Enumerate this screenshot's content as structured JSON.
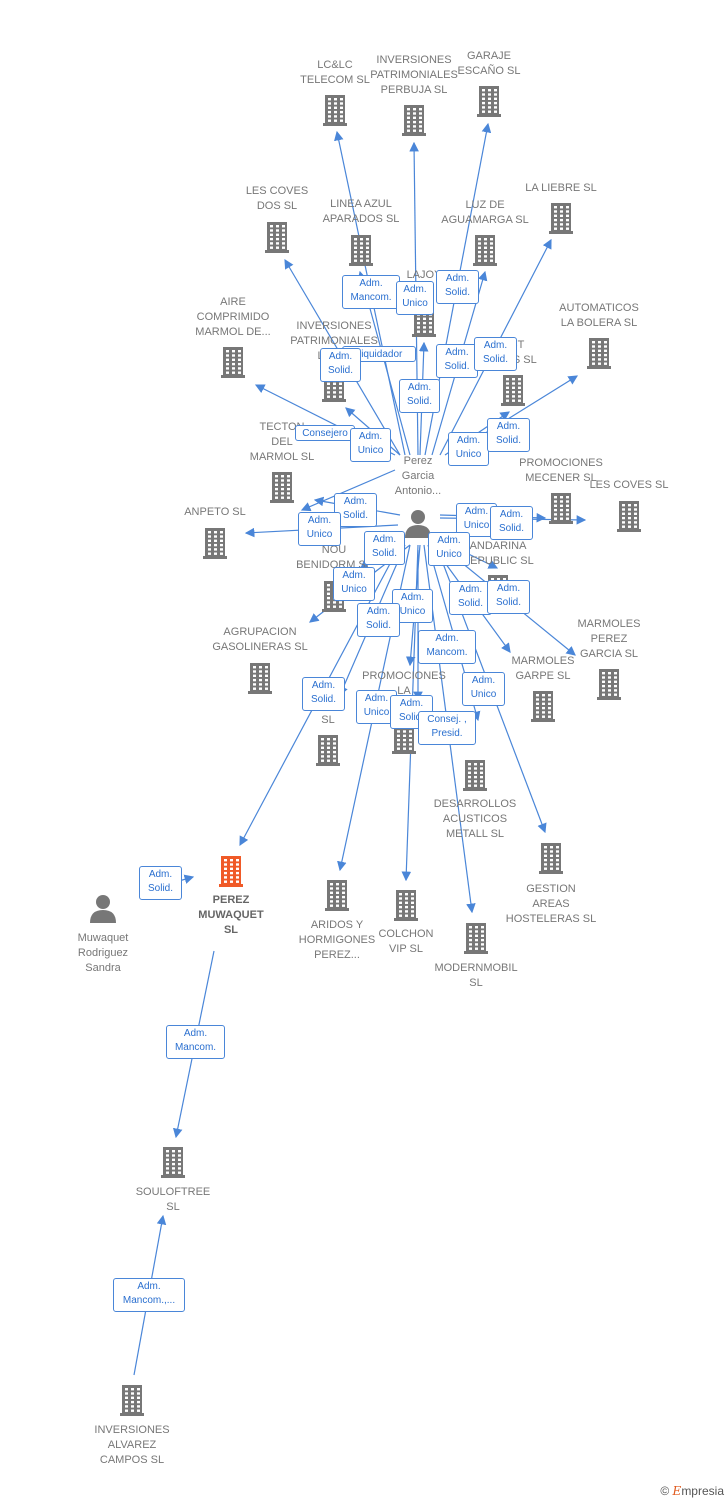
{
  "colors": {
    "company": "#777777",
    "focus": "#f05a28",
    "edge": "#4a86d8",
    "person": "#777777"
  },
  "center": "Perez\nGarcia\nAntonio...",
  "nodes": [
    {
      "id": "lclc",
      "label": "LC&LC\nTELECOM SL",
      "type": "company"
    },
    {
      "id": "invperbuja",
      "label": "INVERSIONES\nPATRIMONIALES\nPERBUJA SL",
      "type": "company"
    },
    {
      "id": "garaje",
      "label": "GARAJE\nESCAÑO SL",
      "type": "company"
    },
    {
      "id": "lescoves",
      "label": "LES COVES\nDOS SL",
      "type": "company"
    },
    {
      "id": "linea",
      "label": "LINEA AZUL\nAPARADOS SL",
      "type": "company"
    },
    {
      "id": "luz",
      "label": "LUZ DE\nAGUAMARGA SL",
      "type": "company"
    },
    {
      "id": "liebre",
      "label": "LA LIEBRE SL",
      "type": "company"
    },
    {
      "id": "lajoya",
      "label": "LAJOY",
      "type": "company"
    },
    {
      "id": "aire",
      "label": "AIRE\nCOMPRIMIDO\nMARMOL DE...",
      "type": "company"
    },
    {
      "id": "invlan",
      "label": "INVERSIONES\nPATRIMONIALES\nLA N...",
      "type": "company"
    },
    {
      "id": "compost",
      "label": "OST\nTIVAS SL",
      "type": "company"
    },
    {
      "id": "automaticos",
      "label": "AUTOMATICOS\nLA BOLERA SL",
      "type": "company"
    },
    {
      "id": "tecton",
      "label": "TECTON\nDEL\nMARMOL SL",
      "type": "company"
    },
    {
      "id": "mecener",
      "label": "PROMOCIONES\nMECENER SL",
      "type": "company"
    },
    {
      "id": "lescoves2",
      "label": "LES COVES SL",
      "type": "company"
    },
    {
      "id": "anpeto",
      "label": "ANPETO SL",
      "type": "company"
    },
    {
      "id": "nou",
      "label": "NOU\nBENIDORM SL",
      "type": "company"
    },
    {
      "id": "mandarina",
      "label": "ANDARINA\nREPUBLIC SL",
      "type": "company"
    },
    {
      "id": "agrupacion",
      "label": "AGRUPACION\nGASOLINERAS SL",
      "type": "company"
    },
    {
      "id": "marmolesperez",
      "label": "MARMOLES\nPEREZ\nGARCIA SL",
      "type": "company"
    },
    {
      "id": "garpe",
      "label": "MARMOLES\nGARPE SL",
      "type": "company"
    },
    {
      "id": "promola",
      "label": "PROMOCIONES\nLA\nSL",
      "type": "company"
    },
    {
      "id": "ras",
      "label": "RA     AS\nSL",
      "type": "company"
    },
    {
      "id": "desarrollos",
      "label": "DESARROLLOS\nACUSTICOS\nMETALL SL",
      "type": "company"
    },
    {
      "id": "gestion",
      "label": "GESTION\nAREAS\nHOSTELERAS SL",
      "type": "company"
    },
    {
      "id": "perezmuw",
      "label": "PEREZ\nMUWAQUET\nSL",
      "type": "focus"
    },
    {
      "id": "muwaquet",
      "label": "Muwaquet\nRodriguez\nSandra",
      "type": "person"
    },
    {
      "id": "aridos",
      "label": "ARIDOS Y\nHORMIGONES\nPEREZ...",
      "type": "company"
    },
    {
      "id": "colchon",
      "label": "COLCHON\nVIP SL",
      "type": "company"
    },
    {
      "id": "modern",
      "label": "MODERNMOBIL\nSL",
      "type": "company"
    },
    {
      "id": "souloftree",
      "label": "SOULOFTREE\nSL",
      "type": "company"
    },
    {
      "id": "invalvarez",
      "label": "INVERSIONES\nALVAREZ\nCAMPOS SL",
      "type": "company"
    }
  ],
  "roles": [
    {
      "text": "Adm.\nMancom."
    },
    {
      "text": "Adm.\nUnico"
    },
    {
      "text": "Adm.\nSolid."
    },
    {
      "text": "Adm.\nSolid."
    },
    {
      "text": "Liquidador"
    },
    {
      "text": "Adm.\nSolid."
    },
    {
      "text": "Adm.\nSolid."
    },
    {
      "text": "Adm.\nSolid."
    },
    {
      "text": "Consejero"
    },
    {
      "text": "Adm.\nUnico"
    },
    {
      "text": "Adm.\nUnico"
    },
    {
      "text": "Adm.\nSolid."
    },
    {
      "text": "Adm.\nSolid."
    },
    {
      "text": "Adm.\nUnico"
    },
    {
      "text": "Adm.\nUnico"
    },
    {
      "text": "Adm.\nSolid."
    },
    {
      "text": "Adm.\nSolid."
    },
    {
      "text": "Adm.\nUnico"
    },
    {
      "text": "Adm.\nUnico"
    },
    {
      "text": "Adm.\nSolid."
    },
    {
      "text": "Adm.\nUnico"
    },
    {
      "text": "Adm.\nSolid."
    },
    {
      "text": "Adm.\nSolid."
    },
    {
      "text": "Adm.\nMancom."
    },
    {
      "text": "Adm.\nSolid."
    },
    {
      "text": "Adm.\nUnico"
    },
    {
      "text": "Adm.\nUnico"
    },
    {
      "text": "Adm.\nSolid."
    },
    {
      "text": "Consej. ,\nPresid."
    },
    {
      "text": "Adm.\nSolid."
    },
    {
      "text": "Adm.\nMancom."
    },
    {
      "text": "Adm.\nMancom.,..."
    }
  ],
  "footer": {
    "copyright": "©",
    "brand_e": "E",
    "brand_rest": "mpresia"
  }
}
